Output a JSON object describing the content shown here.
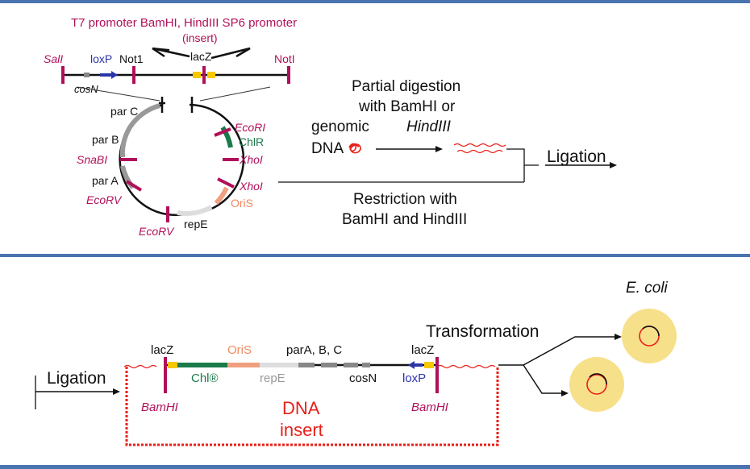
{
  "panel1": {
    "top_label_line1": "T7 promoter BamHI, HindIII SP6 promoter",
    "top_label_line2": "(insert)",
    "lacz": "lacZ",
    "sali": "SalI",
    "loxp": "loxP",
    "not1": "Not1",
    "noti": "NotI",
    "cosn": "cosN",
    "parc": "par C",
    "parb": "par B",
    "snabi": "SnaBI",
    "para": "par A",
    "ecorv_left": "EcoRV",
    "ecorv_bottom": "EcoRV",
    "repe": "repE",
    "ecori": "EcoRI",
    "chlr": "ChlR",
    "xhoi_1": "XhoI",
    "xhoi_2": "XhoI",
    "oris": "OriS",
    "partial_line1": "Partial digestion",
    "partial_line2": "with BamHI or",
    "partial_line3": "HindIII",
    "genomic_line1": "genomic",
    "genomic_line2": "DNA",
    "ligation": "Ligation",
    "restriction_line1": "Restriction with",
    "restriction_line2": "BamHI and HindIII"
  },
  "panel2": {
    "ecoli": "E. coli",
    "transformation": "Transformation",
    "ligation": "Ligation",
    "lacz_left": "lacZ",
    "oris": "OriS",
    "para_bc": "parA, B, C",
    "lacz_right": "lacZ",
    "chl": "Chl®",
    "repe": "repE",
    "cosn": "cosN",
    "loxp": "loxP",
    "bamhi_left": "BamHI",
    "bamhi_right": "BamHI",
    "dna_line1": "DNA",
    "dna_line2": "insert"
  },
  "colors": {
    "divider": "#4a74b0",
    "enzyme_magenta": "#b0105a",
    "lox_blue": "#2a36a8",
    "oris_orange": "#f0a080",
    "chl_green": "#1a7a4a",
    "insert_red": "#e8201a",
    "lacz_yellow": "#f5c800",
    "ecoli_fill": "#f7e08a"
  }
}
